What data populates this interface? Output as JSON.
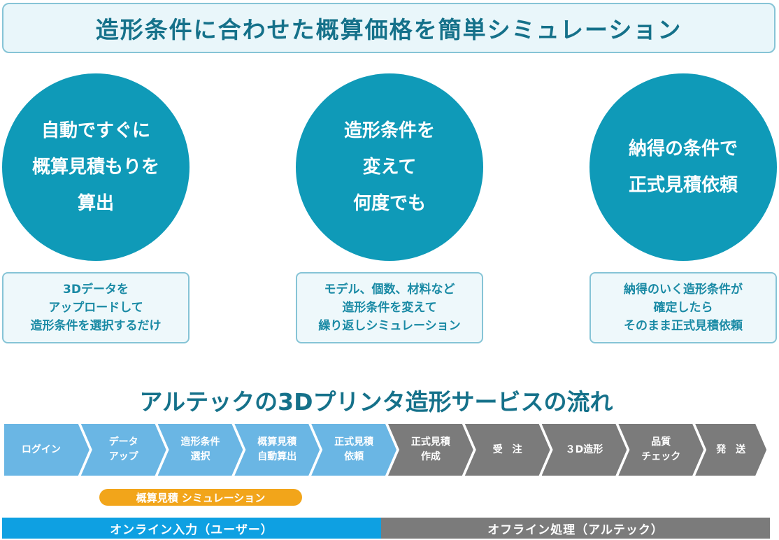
{
  "header": {
    "title": "造形条件に合わせた概算価格を簡単シミュレーション"
  },
  "features": [
    {
      "circle": [
        "自動ですぐに",
        "概算見積もりを",
        "算出"
      ],
      "desc": [
        "3Dデータを",
        "アップロードして",
        "造形条件を選択するだけ"
      ]
    },
    {
      "circle": [
        "造形条件を",
        "変えて",
        "何度でも"
      ],
      "desc": [
        "モデル、個数、材料など",
        "造形条件を変えて",
        "繰り返しシミュレーション"
      ]
    },
    {
      "circle": [
        "納得の条件で",
        "正式見積依頼"
      ],
      "desc": [
        "納得のいく造形条件が",
        "確定したら",
        "そのまま正式見積依頼"
      ]
    }
  ],
  "flow": {
    "title": "アルテックの3Dプリンタ造形サービスの流れ",
    "steps": [
      {
        "lines": [
          "ログイン"
        ],
        "group": "online"
      },
      {
        "lines": [
          "データ",
          "アップ"
        ],
        "group": "online"
      },
      {
        "lines": [
          "造形条件",
          "選択"
        ],
        "group": "online"
      },
      {
        "lines": [
          "概算見積",
          "自動算出"
        ],
        "group": "online"
      },
      {
        "lines": [
          "正式見積",
          "依頼"
        ],
        "group": "online"
      },
      {
        "lines": [
          "正式見積",
          "作成"
        ],
        "group": "offline"
      },
      {
        "lines": [
          "受　注"
        ],
        "group": "offline"
      },
      {
        "lines": [
          "３D造形"
        ],
        "group": "offline"
      },
      {
        "lines": [
          "品質",
          "チェック"
        ],
        "group": "offline"
      },
      {
        "lines": [
          "発　送"
        ],
        "group": "offline"
      }
    ],
    "simulation_label": "概算見積 シミュレーション",
    "online_label": "オンライン入力（ユーザー）",
    "offline_label": "オフライン処理（アルテック）"
  },
  "colors": {
    "teal": "#0f9ab8",
    "title_text": "#15718a",
    "step_blue": "#6ab6e4",
    "step_grey": "#7b7b7b",
    "pill_orange": "#f2a51a",
    "bar_blue": "#0ea0e2"
  }
}
